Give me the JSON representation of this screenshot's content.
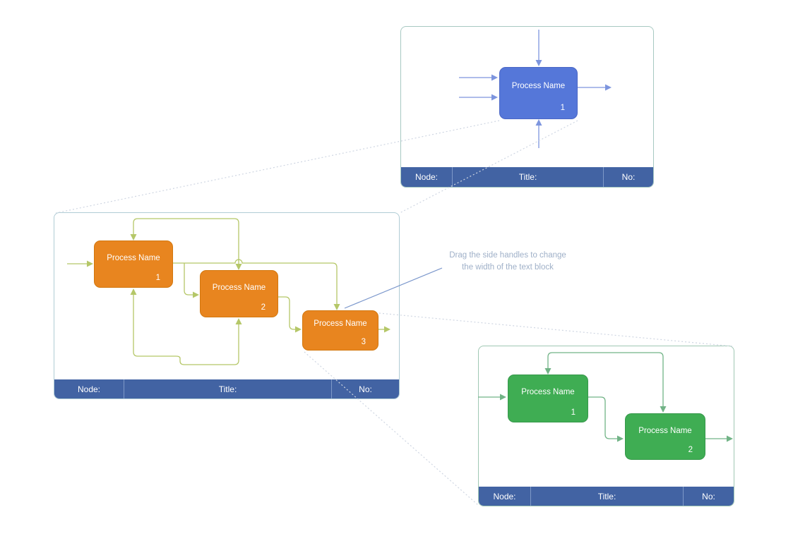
{
  "colors": {
    "bar_background": "#4263a3",
    "bar_divider": "#7e99c8",
    "box_blue": "#5577d9",
    "box_orange": "#e8851f",
    "box_green": "#3fad53",
    "connector_blue": "#7d95de",
    "connector_olive": "#b5c768",
    "connector_green": "#71b386",
    "frame_border_top": "#a7c9c2",
    "frame_border_middle": "#b0ccd5",
    "frame_border_bottom": "#a0c8b4",
    "decomposition_link": "#cfd6e2",
    "annotation_text": "#9fb0c8",
    "annotation_pointer": "#7b97cc"
  },
  "annotation": {
    "text": "Drag the side handles to change the width of the text block"
  },
  "frames": {
    "top": {
      "bar": {
        "node": "Node:",
        "title": "Title:",
        "no": "No:"
      },
      "boxes": [
        {
          "label": "Process Name",
          "number": "1"
        }
      ]
    },
    "middle": {
      "bar": {
        "node": "Node:",
        "title": "Title:",
        "no": "No:"
      },
      "boxes": [
        {
          "label": "Process Name",
          "number": "1"
        },
        {
          "label": "Process Name",
          "number": "2"
        },
        {
          "label": "Process Name",
          "number": "3"
        }
      ]
    },
    "bottom": {
      "bar": {
        "node": "Node:",
        "title": "Title:",
        "no": "No:"
      },
      "boxes": [
        {
          "label": "Process Name",
          "number": "1"
        },
        {
          "label": "Process Name",
          "number": "2"
        }
      ]
    }
  }
}
